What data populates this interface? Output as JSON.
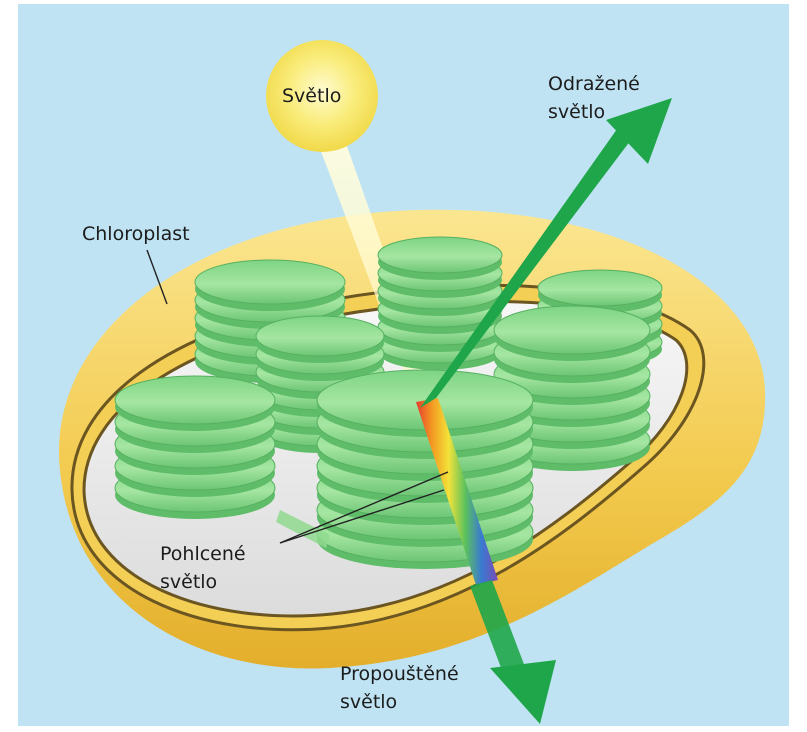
{
  "labels": {
    "light_source": "Světlo",
    "chloroplast": "Chloroplast",
    "reflected_line1": "Odražené",
    "reflected_line2": "světlo",
    "absorbed_line1": "Pohlcené",
    "absorbed_line2": "světlo",
    "transmitted_line1": "Propouštěné",
    "transmitted_line2": "světlo"
  },
  "colors": {
    "background": "#bfe3f3",
    "sun": "#f7e25a",
    "envelope": "#f0c646",
    "stroma": "#e8e8e8",
    "grana": "#8fdc8c",
    "light_arrow": "#1fa64a"
  }
}
